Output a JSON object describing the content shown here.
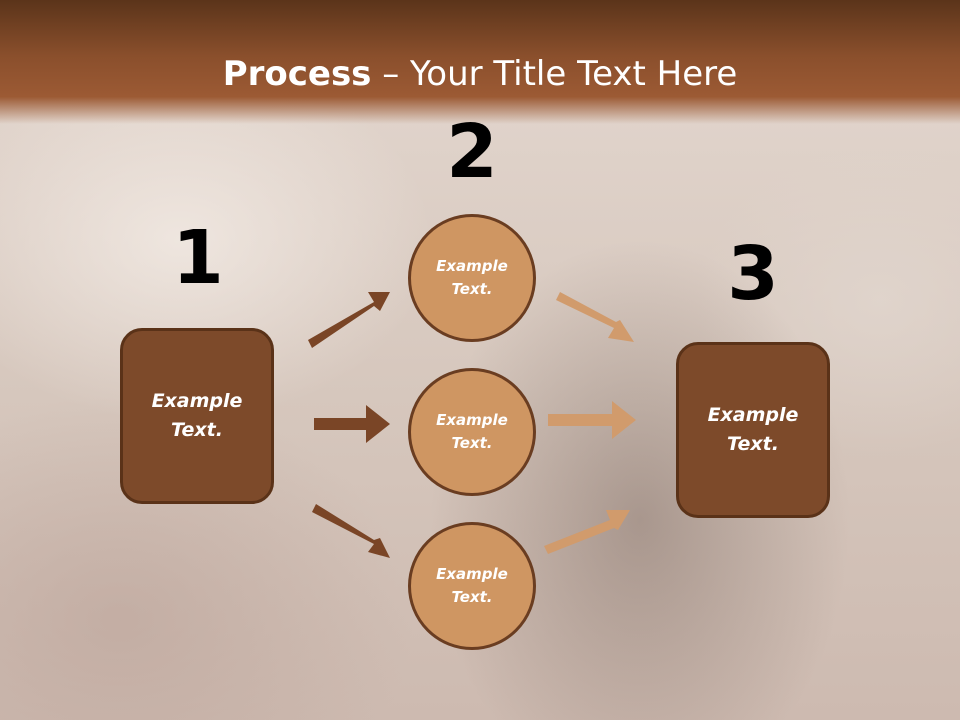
{
  "slide": {
    "title_strong": "Process",
    "title_rest": " – Your Title Text Here"
  },
  "steps": [
    {
      "number": "1"
    },
    {
      "number": "2"
    },
    {
      "number": "3"
    }
  ],
  "nodes": {
    "left_box": "Example Text.",
    "circle_top": "Example Text.",
    "circle_middle": "Example Text.",
    "circle_bottom": "Example Text.",
    "right_box": "Example Text."
  },
  "colors": {
    "header": "#8a4f2c",
    "box_fill": "#7d4a2a",
    "circle_fill": "#cf9662",
    "arrow_dark": "#7a4526",
    "arrow_light": "#d19b6c"
  }
}
